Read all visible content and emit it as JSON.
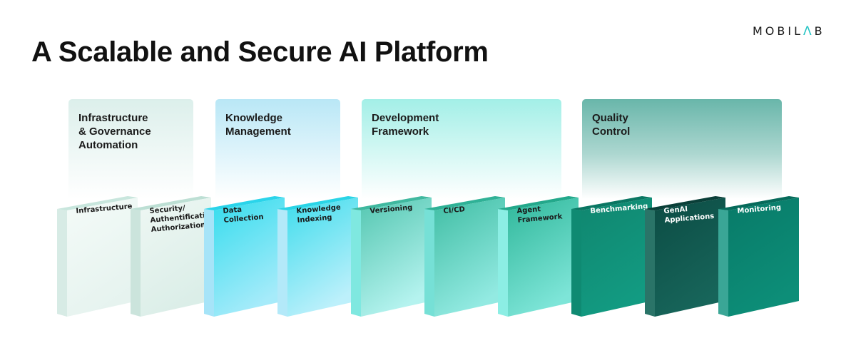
{
  "title": "A Scalable and Secure AI Platform",
  "logo": {
    "text_start": "MOBIL",
    "text_accent": "Λ",
    "text_end": "B"
  },
  "categories": [
    {
      "label": "Infrastructure\n& Governance\nAutomation"
    },
    {
      "label": "Knowledge\nManagement"
    },
    {
      "label": "Development\nFramework"
    },
    {
      "label": "Quality\nControl"
    }
  ],
  "blocks": [
    {
      "label": "Infrastructure",
      "front_top": "#f4fbf8",
      "front_bottom": "#e6f3ef",
      "side": "#d7ebe5",
      "top": "#c8e6dd",
      "text": "#1a1a1a"
    },
    {
      "label": "Security/\nAuthentification\nAuthorization",
      "front_top": "#eef7f3",
      "front_bottom": "#dbeee8",
      "side": "#cbe4dc",
      "top": "#bddfd4",
      "text": "#1a1a1a"
    },
    {
      "label": "Data\nCollection",
      "front_top": "#33dced",
      "front_bottom": "#a6ebfa",
      "side": "#a6e4f8",
      "top": "#2ad4ea",
      "text": "#1a1a1a"
    },
    {
      "label": "Knowledge\nIndexing",
      "front_top": "#3ddcec",
      "front_bottom": "#bdf0fb",
      "side": "#b3e9f9",
      "top": "#2ad4e6",
      "text": "#1a1a1a"
    },
    {
      "label": "Versioning",
      "front_top": "#53c6b0",
      "front_bottom": "#b5f3ef",
      "side": "#7fe8e0",
      "top": "#3fb89f",
      "text": "#1a1a1a"
    },
    {
      "label": "CI/CD",
      "front_top": "#3fbda3",
      "front_bottom": "#93eae2",
      "side": "#76e0d6",
      "top": "#2fb196",
      "text": "#1a1a1a"
    },
    {
      "label": "Agent\nFramework",
      "front_top": "#2fb79a",
      "front_bottom": "#7ee5d8",
      "side": "#8ceee4",
      "top": "#23a88b",
      "text": "#1a1a1a"
    },
    {
      "label": "Benchmarking",
      "front_top": "#10866f",
      "front_bottom": "#129b82",
      "side": "#0f8a72",
      "top": "#0a7662",
      "text": "#ffffff"
    },
    {
      "label": "GenAI\nApplications",
      "front_top": "#0c4c44",
      "front_bottom": "#17655a",
      "side": "#2a7468",
      "top": "#0a3f38",
      "text": "#ffffff"
    },
    {
      "label": "Monitoring",
      "front_top": "#087a68",
      "front_bottom": "#0d8e78",
      "side": "#3aa696",
      "top": "#066a5a",
      "text": "#ffffff"
    }
  ]
}
